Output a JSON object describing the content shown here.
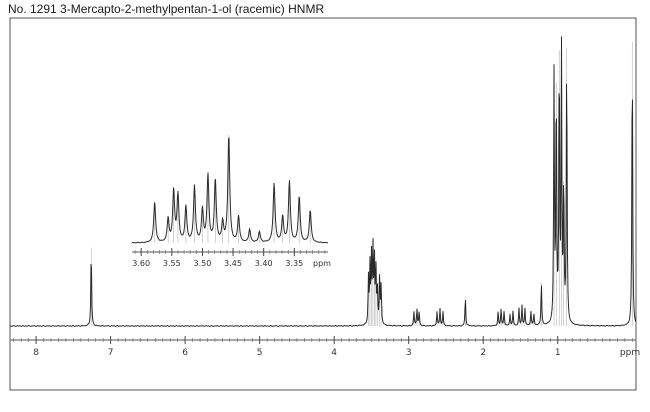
{
  "title": "No. 1291 3-Mercapto-2-methylpentan-1-ol (racemic) HNMR",
  "chart_data": {
    "type": "line",
    "title": "No. 1291 3-Mercapto-2-methylpentan-1-ol (racemic) HNMR",
    "xlabel": "ppm",
    "x_reversed": true,
    "xlim": [
      8.35,
      -0.05
    ],
    "ylim": [
      0,
      1
    ],
    "main_axis": {
      "ticks": [
        8,
        7,
        6,
        5,
        4,
        3,
        2,
        1
      ],
      "tick_labels": [
        "8",
        "7",
        "6",
        "5",
        "4",
        "3",
        "2",
        "1"
      ],
      "unit_label": "ppm"
    },
    "peaks": [
      {
        "ppm": 7.26,
        "height": 0.27
      },
      {
        "ppm": 3.54,
        "height": 0.16
      },
      {
        "ppm": 3.52,
        "height": 0.2
      },
      {
        "ppm": 3.5,
        "height": 0.23
      },
      {
        "ppm": 3.48,
        "height": 0.26
      },
      {
        "ppm": 3.46,
        "height": 0.22
      },
      {
        "ppm": 3.44,
        "height": 0.19
      },
      {
        "ppm": 3.42,
        "height": 0.12
      },
      {
        "ppm": 3.39,
        "height": 0.17
      },
      {
        "ppm": 3.37,
        "height": 0.14
      },
      {
        "ppm": 2.93,
        "height": 0.05
      },
      {
        "ppm": 2.89,
        "height": 0.06
      },
      {
        "ppm": 2.86,
        "height": 0.05
      },
      {
        "ppm": 2.62,
        "height": 0.05
      },
      {
        "ppm": 2.58,
        "height": 0.06
      },
      {
        "ppm": 2.54,
        "height": 0.05
      },
      {
        "ppm": 2.24,
        "height": 0.1
      },
      {
        "ppm": 1.8,
        "height": 0.05
      },
      {
        "ppm": 1.76,
        "height": 0.06
      },
      {
        "ppm": 1.72,
        "height": 0.05
      },
      {
        "ppm": 1.64,
        "height": 0.04
      },
      {
        "ppm": 1.6,
        "height": 0.05
      },
      {
        "ppm": 1.52,
        "height": 0.06
      },
      {
        "ppm": 1.48,
        "height": 0.07
      },
      {
        "ppm": 1.44,
        "height": 0.06
      },
      {
        "ppm": 1.36,
        "height": 0.05
      },
      {
        "ppm": 1.32,
        "height": 0.04
      },
      {
        "ppm": 1.22,
        "height": 0.15
      },
      {
        "ppm": 1.05,
        "height": 0.86
      },
      {
        "ppm": 1.02,
        "height": 0.84
      },
      {
        "ppm": 0.98,
        "height": 0.95
      },
      {
        "ppm": 0.95,
        "height": 0.93
      },
      {
        "ppm": 0.92,
        "height": 0.5
      },
      {
        "ppm": 0.88,
        "height": 0.96
      },
      {
        "ppm": 0.0,
        "height": 0.98
      }
    ],
    "inset": {
      "xlim": [
        3.615,
        3.295
      ],
      "ticks": [
        3.6,
        3.55,
        3.5,
        3.45,
        3.4,
        3.35
      ],
      "tick_labels": [
        "3.60",
        "3.55",
        "3.50",
        "3.45",
        "3.40",
        "3.35"
      ],
      "unit_label": "ppm",
      "peaks": [
        {
          "ppm": 3.578,
          "height": 0.38
        },
        {
          "ppm": 3.556,
          "height": 0.22
        },
        {
          "ppm": 3.547,
          "height": 0.48
        },
        {
          "ppm": 3.54,
          "height": 0.44
        },
        {
          "ppm": 3.527,
          "height": 0.33
        },
        {
          "ppm": 3.513,
          "height": 0.52
        },
        {
          "ppm": 3.5,
          "height": 0.3
        },
        {
          "ppm": 3.491,
          "height": 0.62
        },
        {
          "ppm": 3.479,
          "height": 0.58
        },
        {
          "ppm": 3.467,
          "height": 0.18
        },
        {
          "ppm": 3.457,
          "height": 1.0
        },
        {
          "ppm": 3.441,
          "height": 0.24
        },
        {
          "ppm": 3.423,
          "height": 0.12
        },
        {
          "ppm": 3.407,
          "height": 0.1
        },
        {
          "ppm": 3.383,
          "height": 0.55
        },
        {
          "ppm": 3.369,
          "height": 0.24
        },
        {
          "ppm": 3.358,
          "height": 0.57
        },
        {
          "ppm": 3.342,
          "height": 0.43
        },
        {
          "ppm": 3.324,
          "height": 0.3
        }
      ]
    },
    "grid": false,
    "colors": {
      "trace": "#2b2b2b",
      "frame": "#555555",
      "background": "#ffffff"
    }
  }
}
